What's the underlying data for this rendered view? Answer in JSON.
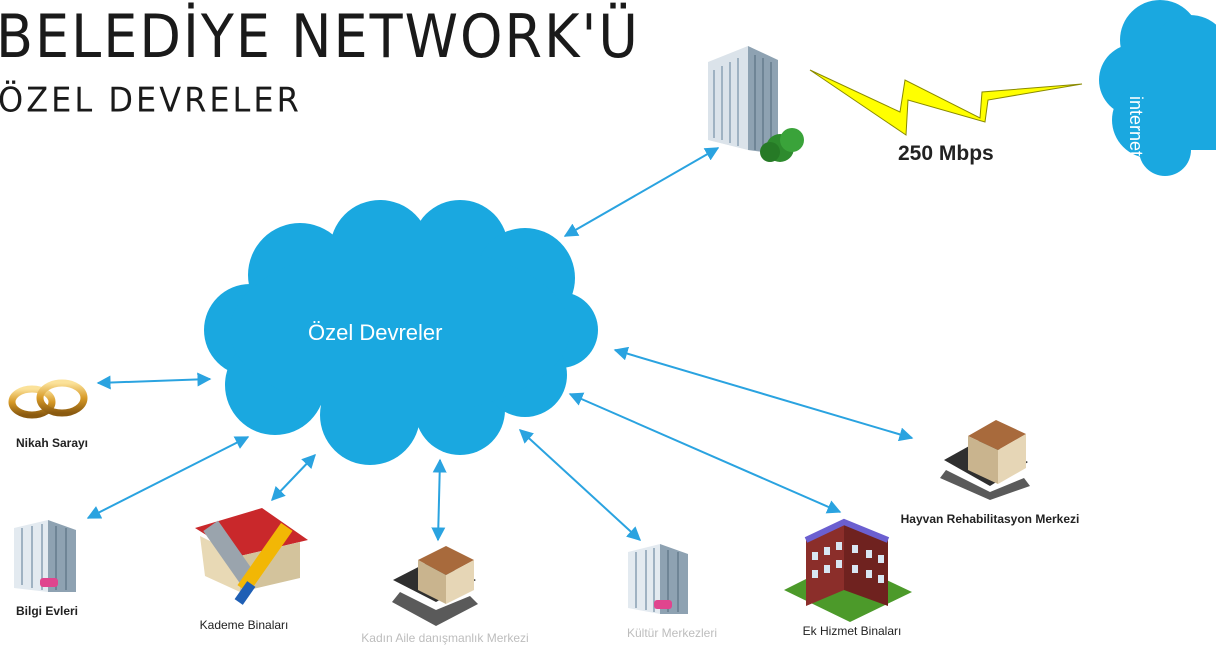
{
  "header": {
    "title": "BELEDİYE NETWORK'Ü",
    "subtitle": "ÖZEL DEVRELER"
  },
  "internet": {
    "label": "internet"
  },
  "link": {
    "speed": "250 Mbps"
  },
  "hub": {
    "label": "Özel Devreler"
  },
  "nodes": {
    "nikah": "Nikah Sarayı",
    "bilgi": "Bilgi Evleri",
    "kademe": "Kademe Binaları",
    "kadin": "Kadın Aile danışmanlık Merkezi",
    "kultur": "Kültür Merkezleri",
    "ekhizmet": "Ek Hizmet Binaları",
    "hayvan": "Hayvan Rehabilitasyon Merkezi"
  },
  "colors": {
    "cloud": "#1aa8e0",
    "arrow": "#2aa3e0",
    "bolt": "#ffff00"
  }
}
